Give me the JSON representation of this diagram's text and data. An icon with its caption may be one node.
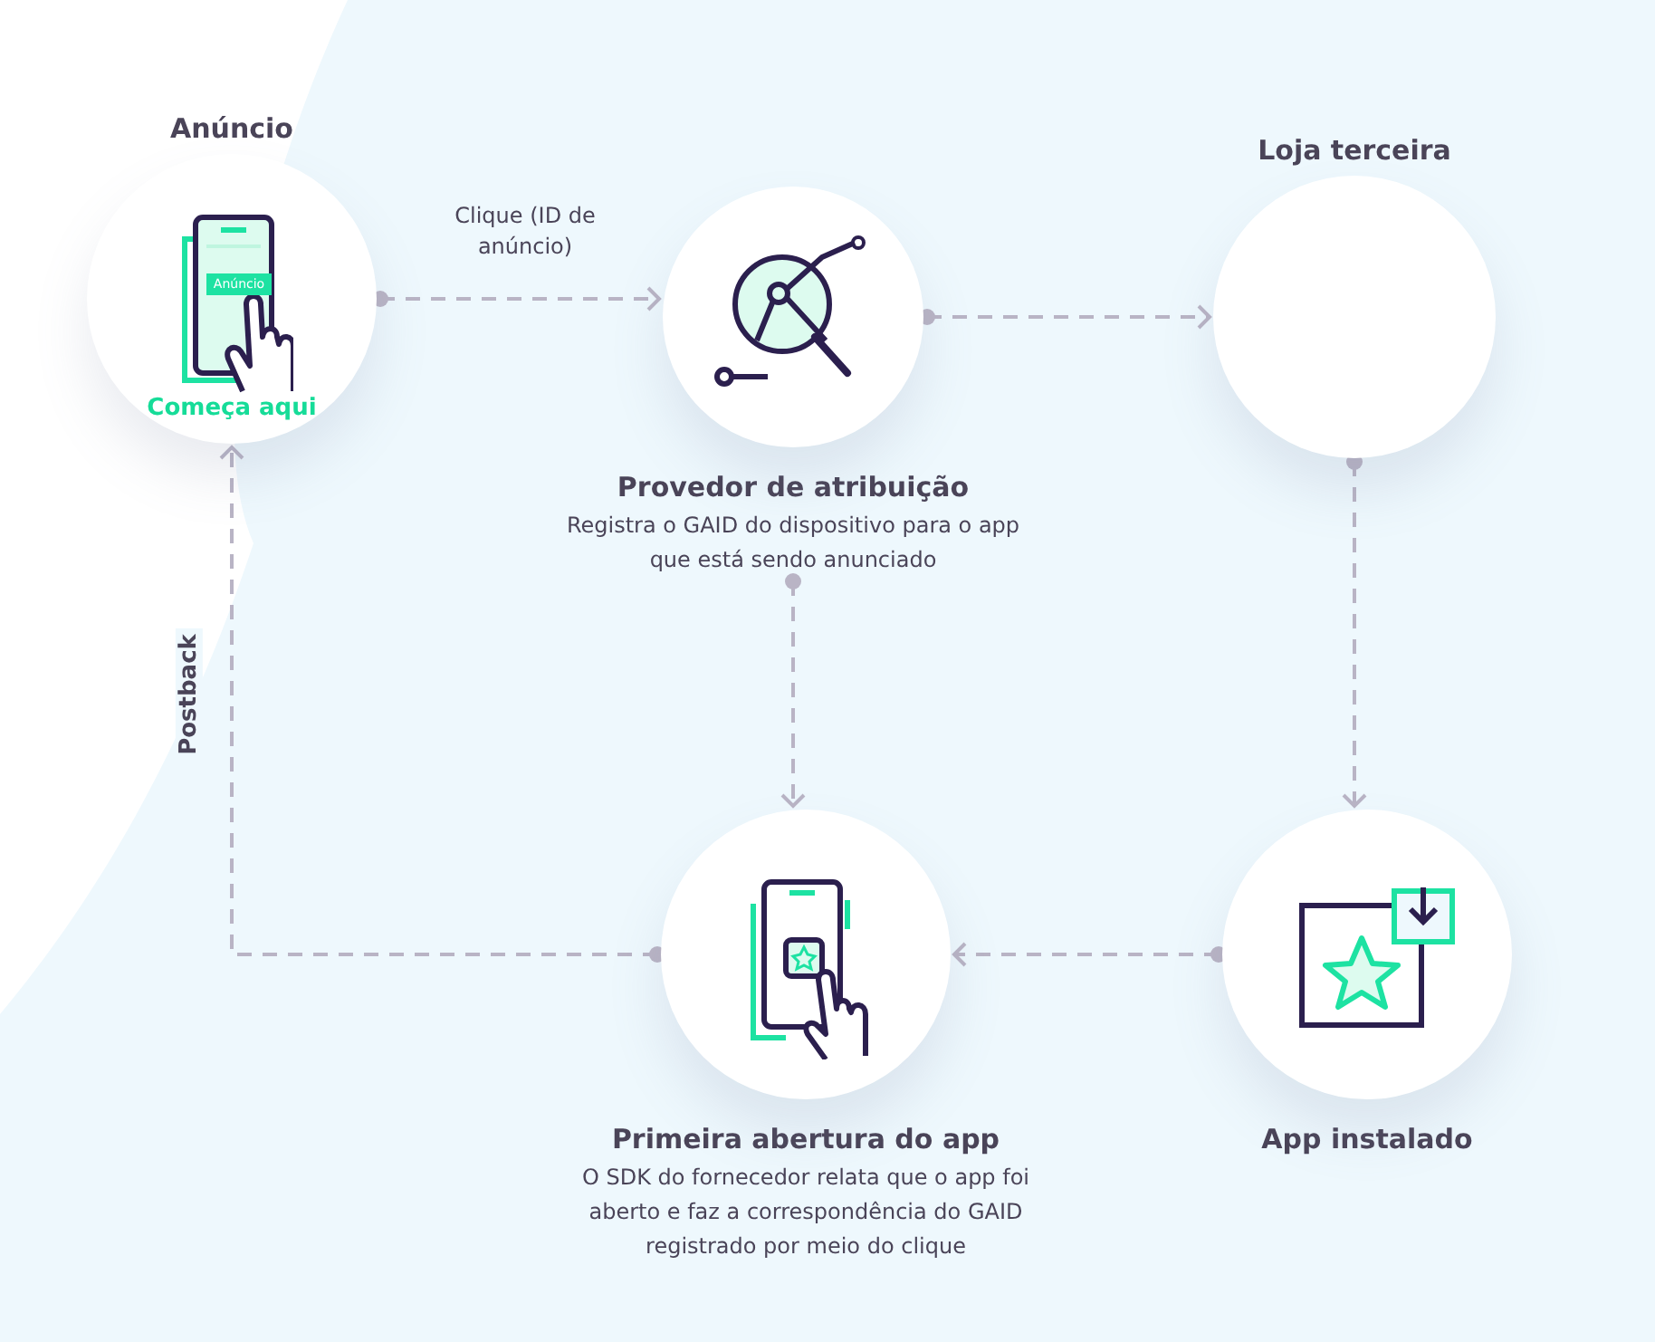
{
  "diagram": {
    "nodes": [
      {
        "text": [
          "Anúncio",
          "Anúncio",
          "Começa aqui"
        ]
      },
      {
        "text": [
          "Provedor de atribuição",
          "Registra o GAID do dispositivo para o app que está sendo anunciado"
        ]
      },
      {
        "text": [
          "Loja terceira"
        ]
      },
      {
        "text": [
          "Primeira abertura do app",
          "O SDK do fornecedor relata que o app foi aberto e faz a correspondência do GAID registrado por meio do clique"
        ]
      },
      {
        "text": [
          "App instalado"
        ]
      }
    ],
    "edges": [
      {
        "from": 0,
        "to": 1,
        "arrow": "to",
        "style": "dashed",
        "label": "Clique (ID de anúncio)"
      },
      {
        "from": 1,
        "to": 2,
        "arrow": "to",
        "style": "dashed"
      },
      {
        "from": 2,
        "to": 4,
        "arrow": "to",
        "style": "dashed"
      },
      {
        "from": 4,
        "to": 3,
        "arrow": "to",
        "style": "dashed"
      },
      {
        "from": 1,
        "to": 3,
        "arrow": "to",
        "style": "dashed"
      },
      {
        "from": 3,
        "to": 0,
        "arrow": "to",
        "style": "dashed",
        "label": "Postback"
      }
    ]
  }
}
